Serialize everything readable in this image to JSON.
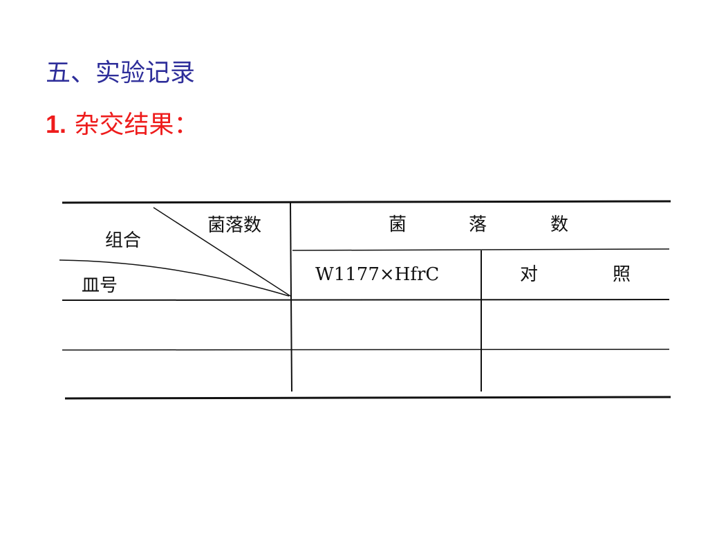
{
  "slide": {
    "heading": "五、实验记录",
    "subheading_number": "1.",
    "subheading_text": "杂交结果："
  },
  "table": {
    "corner_top_right": "菌落数",
    "corner_left": "组合",
    "corner_bottom_left": "皿号",
    "group_header": [
      "菌",
      "落",
      "数"
    ],
    "col_cross": "W1177×HfrC",
    "col_control": [
      "对",
      "照"
    ],
    "rows": [
      [
        "",
        "",
        ""
      ],
      [
        "",
        "",
        ""
      ]
    ]
  },
  "colors": {
    "heading": "#2e2e9a",
    "subheading": "#ee1c1c",
    "lines": "#111111"
  }
}
